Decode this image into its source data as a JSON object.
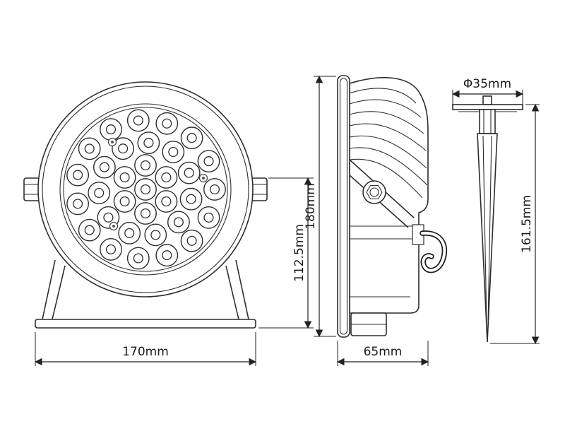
{
  "labels": {
    "front_width": "170mm",
    "front_height": "112.5mm",
    "side_height": "180mm",
    "side_depth": "65mm",
    "spike_diameter": "Φ35mm",
    "spike_length": "161.5mm"
  }
}
